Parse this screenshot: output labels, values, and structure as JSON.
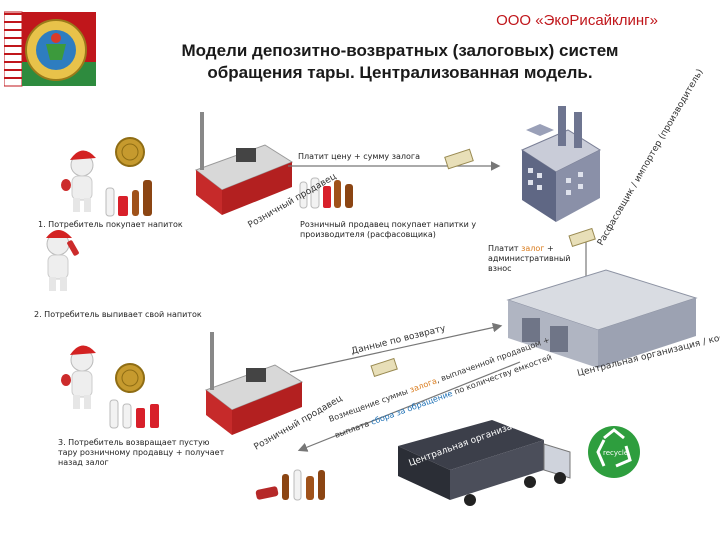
{
  "header": {
    "company": "ООО «ЭкоРисайклинг»",
    "title_line1": "Модели депозитно-возвратных (залоговых) систем",
    "title_line2": "обращения тары. Централизованная модель."
  },
  "flow": {
    "pay_price_deposit": "Платит цену + сумму залога",
    "retailer_buys": "Розничный продавец покупает напитки у производителя (расфасовщика)",
    "pays_deposit_prefix": "Платит ",
    "pays_deposit_word": "залог",
    "pays_deposit_suffix": " + административный взнос",
    "return_data": "Данные по возврату",
    "compensation_line1a": "Возмещение суммы ",
    "compensation_line1b": "залога",
    "compensation_line1c": ", выплаченной продавцом +",
    "compensation_line2a": "выплата ",
    "compensation_line2b": "сбора за обращение",
    "compensation_line2c": " по количеству емкостей"
  },
  "actors": {
    "retailer_top": "Розничный продавец",
    "retailer_bottom": "Розничный продавец",
    "producer": "Расфасовщик / импортер (производитель)",
    "central_org": "Центральная организация / координационный центр",
    "truck_label": "Центральная организация",
    "recycle": "recycle"
  },
  "steps": {
    "step1": "1. Потребитель покупает напиток",
    "step2": "2. Потребитель выпивает свой напиток",
    "step3": "3. Потребитель возвращает пустую тару розничному продавцу + получает назад залог"
  },
  "colors": {
    "brand_red": "#c0161b",
    "accent_orange": "#d97a1a",
    "accent_blue": "#1b6fb5",
    "recycle_green": "#2e9e3e"
  }
}
